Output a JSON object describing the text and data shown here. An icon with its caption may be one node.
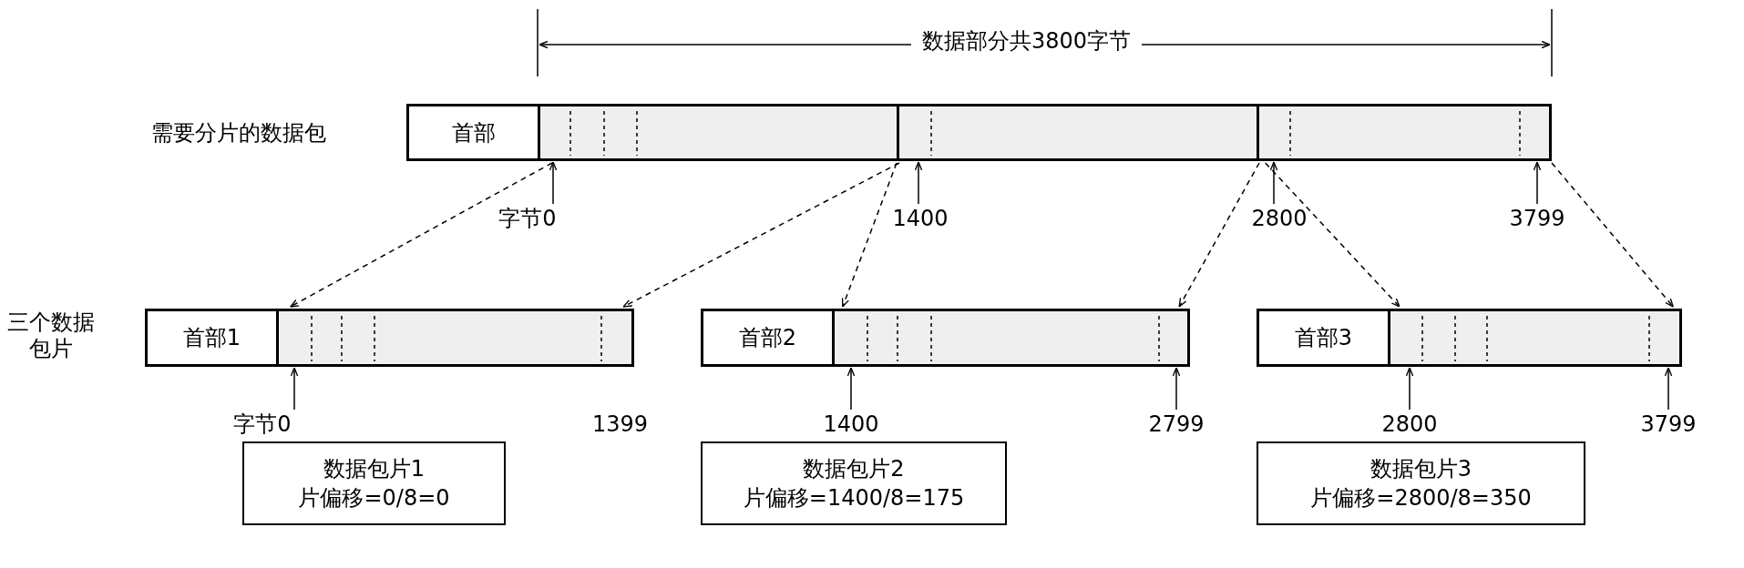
{
  "diagram": {
    "nodes": [
      {
        "text": [
          "需要分片的数据包"
        ]
      },
      {
        "text": [
          "首部"
        ]
      },
      {
        "text": [],
        "shape": "box"
      },
      {
        "text": [],
        "shape": "box"
      },
      {
        "text": [],
        "shape": "box"
      },
      {
        "text": [
          "首部1"
        ]
      },
      {
        "text": [],
        "shape": "box"
      },
      {
        "text": [
          "首部2"
        ]
      },
      {
        "text": [],
        "shape": "box"
      },
      {
        "text": [
          "首部3"
        ]
      },
      {
        "text": [],
        "shape": "box"
      },
      {
        "text": [
          "字节0"
        ]
      },
      {
        "text": [
          "1400"
        ]
      },
      {
        "text": [
          "2800"
        ]
      },
      {
        "text": [
          "3799"
        ]
      },
      {
        "text": [
          "字节0"
        ]
      },
      {
        "text": [
          "1400"
        ]
      },
      {
        "text": [
          "2799"
        ]
      },
      {
        "text": [
          "2800"
        ]
      },
      {
        "text": [
          "3799"
        ]
      },
      {
        "text": [
          "数据包片1",
          "片偏移=0/8=0"
        ]
      },
      {
        "text": [
          "数据包片2",
          "片偏移=1400/8=175"
        ]
      },
      {
        "text": [
          "数据包片3",
          "片偏移=2800/8=350"
        ]
      }
    ],
    "edges": [
      {
        "from": 2,
        "to": 6,
        "arrow": "to",
        "style": "dashed"
      },
      {
        "from": 2,
        "to": 6,
        "arrow": "to",
        "style": "dashed"
      },
      {
        "from": 3,
        "to": 8,
        "arrow": "to",
        "style": "dashed"
      },
      {
        "from": 3,
        "to": 8,
        "arrow": "to",
        "style": "dashed"
      },
      {
        "from": 4,
        "to": 10,
        "arrow": "to",
        "style": "dashed"
      },
      {
        "from": 4,
        "to": 10,
        "arrow": "to",
        "style": "dashed"
      },
      {
        "from": 11,
        "to": 2,
        "arrow": "to"
      },
      {
        "from": 12,
        "to": 3,
        "arrow": "to"
      },
      {
        "from": 13,
        "to": 4,
        "arrow": "to"
      },
      {
        "from": 14,
        "to": 4,
        "arrow": "to"
      },
      {
        "from": 15,
        "to": 6,
        "arrow": "to"
      },
      {
        "from": 16,
        "to": 8,
        "arrow": "to"
      },
      {
        "from": 17,
        "to": 8,
        "arrow": "to"
      },
      {
        "from": 18,
        "to": 10,
        "arrow": "to"
      },
      {
        "from": 19,
        "to": 10,
        "arrow": "to"
      }
    ],
    "labels": [
      "数据部分共3800字节",
      "三个数据包片",
      "1399"
    ]
  }
}
